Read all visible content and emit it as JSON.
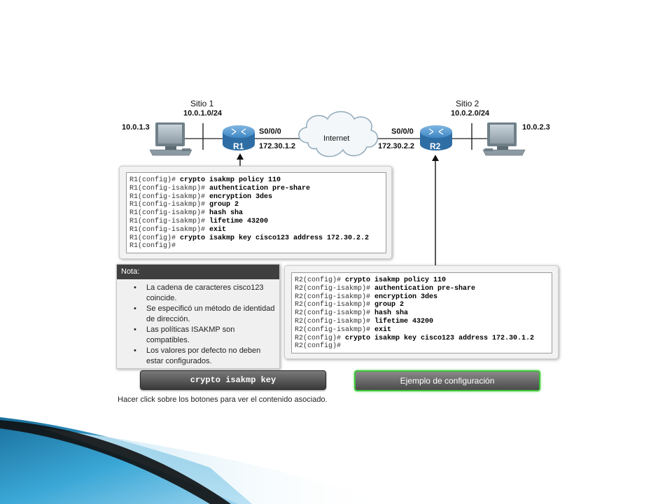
{
  "site1": {
    "title": "Sitio 1",
    "subnet": "10.0.1.0/24",
    "pc_ip": "10.0.1.3"
  },
  "site2": {
    "title": "Sitio 2",
    "subnet": "10.0.2.0/24",
    "pc_ip": "10.0.2.3"
  },
  "r1": {
    "name": "R1",
    "interface": "S0/0/0",
    "ip": "172.30.1.2"
  },
  "r2": {
    "name": "R2",
    "interface": "S0/0/0",
    "ip": "172.30.2.2"
  },
  "cloud": {
    "label": "Internet"
  },
  "r1_config": [
    {
      "prompt": "R1(config)#",
      "cmd": " crypto isakmp policy 110"
    },
    {
      "prompt": "R1(config-isakmp)#",
      "cmd": " authentication pre-share"
    },
    {
      "prompt": "R1(config-isakmp)#",
      "cmd": " encryption 3des"
    },
    {
      "prompt": "R1(config-isakmp)#",
      "cmd": " group 2"
    },
    {
      "prompt": "R1(config-isakmp)#",
      "cmd": " hash sha"
    },
    {
      "prompt": "R1(config-isakmp)#",
      "cmd": " lifetime 43200"
    },
    {
      "prompt": "R1(config-isakmp)#",
      "cmd": " exit"
    },
    {
      "prompt": "R1(config)#",
      "cmd": " crypto isakmp key cisco123 address 172.30.2.2"
    },
    {
      "prompt": "R1(config)#",
      "cmd": ""
    }
  ],
  "r2_config": [
    {
      "prompt": "R2(config)#",
      "cmd": " crypto isakmp policy 110"
    },
    {
      "prompt": "R2(config-isakmp)#",
      "cmd": " authentication pre-share"
    },
    {
      "prompt": "R2(config-isakmp)#",
      "cmd": " encryption 3des"
    },
    {
      "prompt": "R2(config-isakmp)#",
      "cmd": " group 2"
    },
    {
      "prompt": "R2(config-isakmp)#",
      "cmd": " hash sha"
    },
    {
      "prompt": "R2(config-isakmp)#",
      "cmd": " lifetime 43200"
    },
    {
      "prompt": "R2(config-isakmp)#",
      "cmd": " exit"
    },
    {
      "prompt": "R2(config)#",
      "cmd": " crypto isakmp key cisco123 address 172.30.1.2"
    },
    {
      "prompt": "R2(config)#",
      "cmd": ""
    }
  ],
  "note": {
    "header": "Nota:",
    "items": [
      "La cadena de caracteres cisco123 coincide.",
      "Se especificó un método de identidad de dirección.",
      "Las políticas ISAKMP son compatibles.",
      "Los valores por defecto no deben estar configurados."
    ]
  },
  "buttons": {
    "isakmp_key": "crypto isakmp key",
    "example": "Ejemplo de configuración"
  },
  "hint": "Hacer click sobre los botones para ver el contenido asociado.",
  "colors": {
    "router_blue": "#3f87c4",
    "active_green": "#3fc43a",
    "note_header": "#3f3f3f"
  }
}
